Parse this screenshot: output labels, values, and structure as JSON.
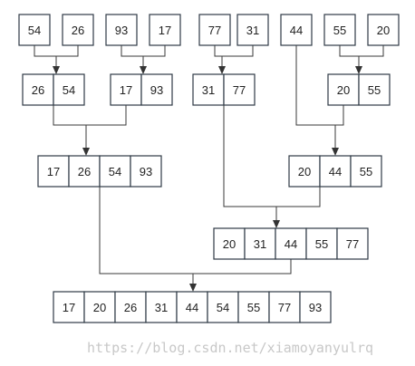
{
  "diagram": {
    "rows": [
      {
        "id": "row0",
        "groups": [
          [
            "54"
          ],
          [
            "26"
          ],
          [
            "93"
          ],
          [
            "17"
          ],
          [
            "77"
          ],
          [
            "31"
          ],
          [
            "44"
          ],
          [
            "55"
          ],
          [
            "20"
          ]
        ]
      },
      {
        "id": "row1",
        "groups": [
          [
            "26",
            "54"
          ],
          [
            "17",
            "93"
          ],
          [
            "31",
            "77"
          ],
          [
            "20",
            "55"
          ]
        ]
      },
      {
        "id": "row2",
        "groups": [
          [
            "17",
            "26",
            "54",
            "93"
          ],
          [
            "20",
            "44",
            "55"
          ]
        ]
      },
      {
        "id": "row3",
        "groups": [
          [
            "20",
            "31",
            "44",
            "55",
            "77"
          ]
        ]
      },
      {
        "id": "row4",
        "groups": [
          [
            "17",
            "20",
            "26",
            "31",
            "44",
            "54",
            "55",
            "77",
            "93"
          ]
        ]
      }
    ]
  },
  "watermark": "https://blog.csdn.net/xiamoyanyulrq",
  "colors": {
    "box_border": "#2f3a45",
    "line": "#3a3a3a",
    "watermark": "#c8c8c8"
  }
}
